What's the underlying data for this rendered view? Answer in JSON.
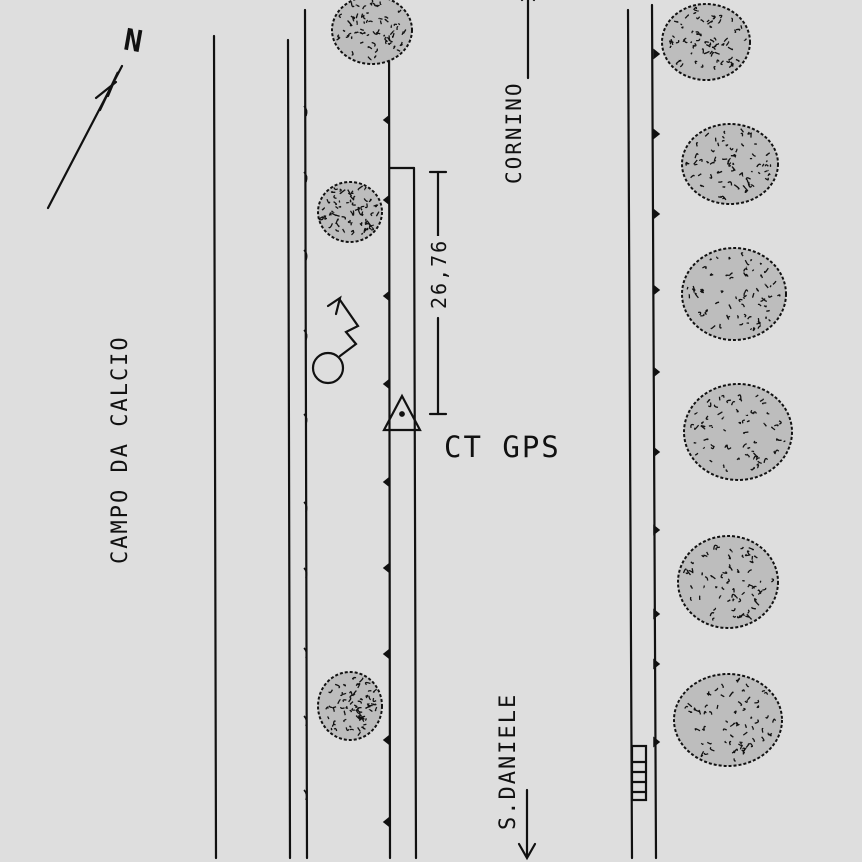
{
  "map": {
    "north_letter": "N",
    "field_label": "CAMPO DA CALCIO",
    "direction_north": "CORNINO",
    "direction_south": "S.DANIELE",
    "distance_label": "26,76",
    "station_label": "CT GPS"
  },
  "colors": {
    "ink": "#111111",
    "paper": "#dedede"
  },
  "icons": {
    "north_arrow": "north-arrow-icon",
    "station": "triangle-benchmark-icon",
    "lamp_post": "lamp-post-icon",
    "tree": "tree-icon"
  }
}
